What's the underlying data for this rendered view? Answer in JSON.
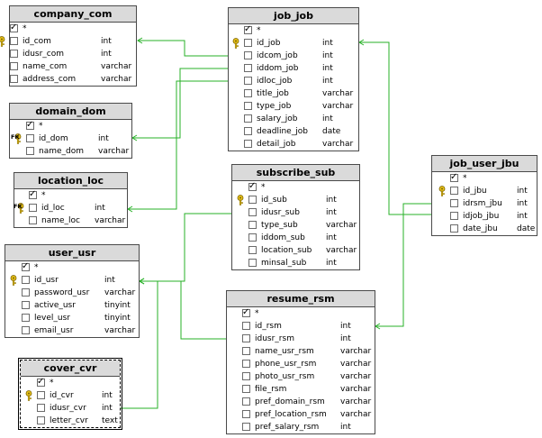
{
  "colors": {
    "link": "#27b027",
    "header": "#dadada",
    "border": "#4a4a4a"
  },
  "tables": {
    "company_com": {
      "title": "company_com",
      "star": "*",
      "selected": false,
      "columns": [
        {
          "name": "id_com",
          "type": "int",
          "key": "pk",
          "checked": false
        },
        {
          "name": "idusr_com",
          "type": "int",
          "checked": false
        },
        {
          "name": "name_com",
          "type": "varchar",
          "checked": false
        },
        {
          "name": "address_com",
          "type": "varchar",
          "checked": false
        }
      ]
    },
    "domain_dom": {
      "title": "domain_dom",
      "star": "*",
      "selected": false,
      "columns": [
        {
          "name": "id_dom",
          "type": "int",
          "key": "pkfk",
          "checked": false
        },
        {
          "name": "name_dom",
          "type": "varchar",
          "checked": false
        }
      ]
    },
    "location_loc": {
      "title": "location_loc",
      "star": "*",
      "selected": false,
      "columns": [
        {
          "name": "id_loc",
          "type": "int",
          "key": "pkfk",
          "checked": false
        },
        {
          "name": "name_loc",
          "type": "varchar",
          "checked": false
        }
      ]
    },
    "user_usr": {
      "title": "user_usr",
      "star": "*",
      "selected": false,
      "columns": [
        {
          "name": "id_usr",
          "type": "int",
          "key": "pk",
          "checked": false
        },
        {
          "name": "password_usr",
          "type": "varchar",
          "checked": false
        },
        {
          "name": "active_usr",
          "type": "tinyint",
          "checked": false
        },
        {
          "name": "level_usr",
          "type": "tinyint",
          "checked": false
        },
        {
          "name": "email_usr",
          "type": "varchar",
          "checked": false
        }
      ]
    },
    "cover_cvr": {
      "title": "cover_cvr",
      "star": "*",
      "selected": true,
      "columns": [
        {
          "name": "id_cvr",
          "type": "int",
          "key": "pk",
          "checked": false
        },
        {
          "name": "idusr_cvr",
          "type": "int",
          "checked": false
        },
        {
          "name": "letter_cvr",
          "type": "text",
          "checked": false
        }
      ]
    },
    "job_job": {
      "title": "job_job",
      "star": "*",
      "selected": false,
      "columns": [
        {
          "name": "id_job",
          "type": "int",
          "key": "pk",
          "checked": false
        },
        {
          "name": "idcom_job",
          "type": "int",
          "checked": false
        },
        {
          "name": "iddom_job",
          "type": "int",
          "checked": false
        },
        {
          "name": "idloc_job",
          "type": "int",
          "checked": false
        },
        {
          "name": "title_job",
          "type": "varchar",
          "checked": false
        },
        {
          "name": "type_job",
          "type": "varchar",
          "checked": false
        },
        {
          "name": "salary_job",
          "type": "int",
          "checked": false
        },
        {
          "name": "deadline_job",
          "type": "date",
          "checked": false
        },
        {
          "name": "detail_job",
          "type": "varchar",
          "checked": false
        }
      ]
    },
    "subscribe_sub": {
      "title": "subscribe_sub",
      "star": "*",
      "selected": false,
      "columns": [
        {
          "name": "id_sub",
          "type": "int",
          "key": "pk",
          "checked": false
        },
        {
          "name": "idusr_sub",
          "type": "int",
          "checked": false
        },
        {
          "name": "type_sub",
          "type": "varchar",
          "checked": false
        },
        {
          "name": "iddom_sub",
          "type": "int",
          "checked": false
        },
        {
          "name": "location_sub",
          "type": "varchar",
          "checked": false
        },
        {
          "name": "minsal_sub",
          "type": "int",
          "checked": false
        }
      ]
    },
    "resume_rsm": {
      "title": "resume_rsm",
      "star": "*",
      "selected": false,
      "columns": [
        {
          "name": "id_rsm",
          "type": "int",
          "checked": false
        },
        {
          "name": "idusr_rsm",
          "type": "int",
          "checked": false
        },
        {
          "name": "name_usr_rsm",
          "type": "varchar",
          "checked": false
        },
        {
          "name": "phone_usr_rsm",
          "type": "varchar",
          "checked": false
        },
        {
          "name": "photo_usr_rsm",
          "type": "varchar",
          "checked": false
        },
        {
          "name": "file_rsm",
          "type": "varchar",
          "checked": false
        },
        {
          "name": "pref_domain_rsm",
          "type": "varchar",
          "checked": false
        },
        {
          "name": "pref_location_rsm",
          "type": "varchar",
          "checked": false
        },
        {
          "name": "pref_salary_rsm",
          "type": "int",
          "checked": false
        }
      ]
    },
    "job_user_jbu": {
      "title": "job_user_jbu",
      "star": "*",
      "selected": false,
      "columns": [
        {
          "name": "id_jbu",
          "type": "int",
          "key": "pk",
          "checked": false
        },
        {
          "name": "idrsm_jbu",
          "type": "int",
          "checked": false
        },
        {
          "name": "idjob_jbu",
          "type": "int",
          "checked": false
        },
        {
          "name": "date_jbu",
          "type": "date",
          "checked": false
        }
      ]
    }
  }
}
